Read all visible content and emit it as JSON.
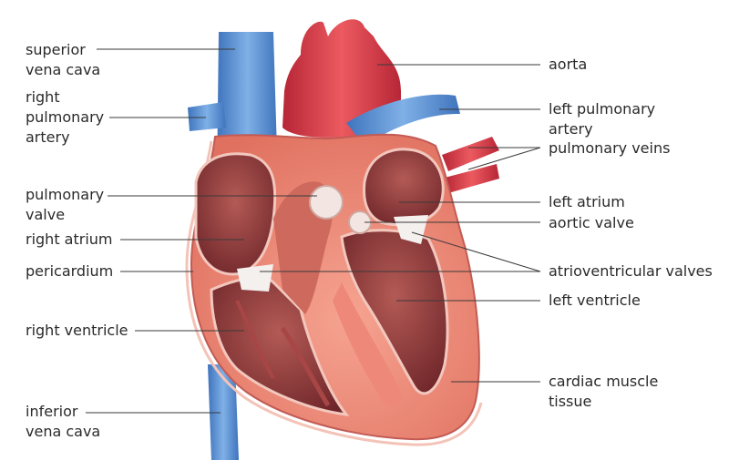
{
  "labels": {
    "superior_vena_cava": [
      "superior",
      "vena cava"
    ],
    "right_pulmonary_artery": [
      "right",
      "pulmonary",
      "artery"
    ],
    "pulmonary_valve": [
      "pulmonary",
      "valve"
    ],
    "right_atrium": [
      "right atrium"
    ],
    "pericardium": [
      "pericardium"
    ],
    "right_ventricle": [
      "right ventricle"
    ],
    "inferior_vena_cava": [
      "inferior",
      "vena cava"
    ],
    "aorta": [
      "aorta"
    ],
    "left_pulmonary_artery": [
      "left pulmonary",
      "artery"
    ],
    "pulmonary_veins": [
      "pulmonary veins"
    ],
    "left_atrium": [
      "left atrium"
    ],
    "aortic_valve": [
      "aortic valve"
    ],
    "atrioventricular_valves": [
      "atrioventricular valves"
    ],
    "left_ventricle": [
      "left ventricle"
    ],
    "cardiac_muscle_tissue": [
      "cardiac muscle",
      "tissue"
    ]
  },
  "colors": {
    "vein_blue": "#5b8fd0",
    "artery_red": "#d9434f",
    "muscle": "#ef8f7f",
    "chamber_dark": "#8c3b3b",
    "leader_line": "#3a3a3a"
  }
}
